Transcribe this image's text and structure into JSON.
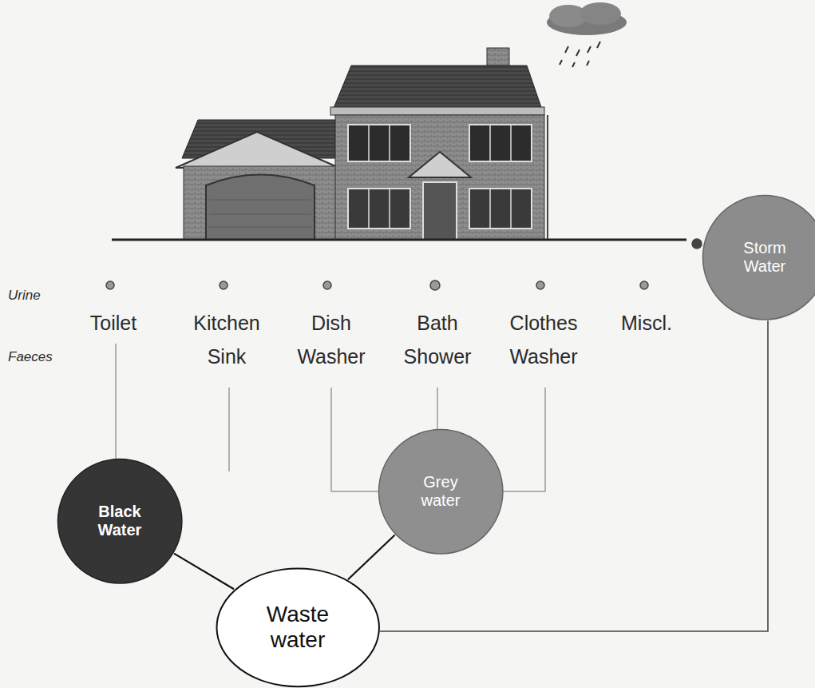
{
  "diagram": {
    "nodes": [
      {
        "text": [
          "Storm Water"
        ]
      },
      {
        "text": [
          "Grey water"
        ]
      },
      {
        "text": [
          "Black Water"
        ]
      },
      {
        "text": [
          "Waste water"
        ]
      }
    ],
    "edges": [
      {
        "from": 2,
        "to": 3,
        "arrow": "none"
      },
      {
        "from": 1,
        "to": 3,
        "arrow": "none"
      },
      {
        "from": 0,
        "to": 3,
        "arrow": "none"
      }
    ],
    "labels": [
      "Urine",
      "Toilet",
      "Kitchen Sink",
      "Dish Washer",
      "Bath Shower",
      "Clothes Washer",
      "Miscl.",
      "Faeces"
    ]
  }
}
